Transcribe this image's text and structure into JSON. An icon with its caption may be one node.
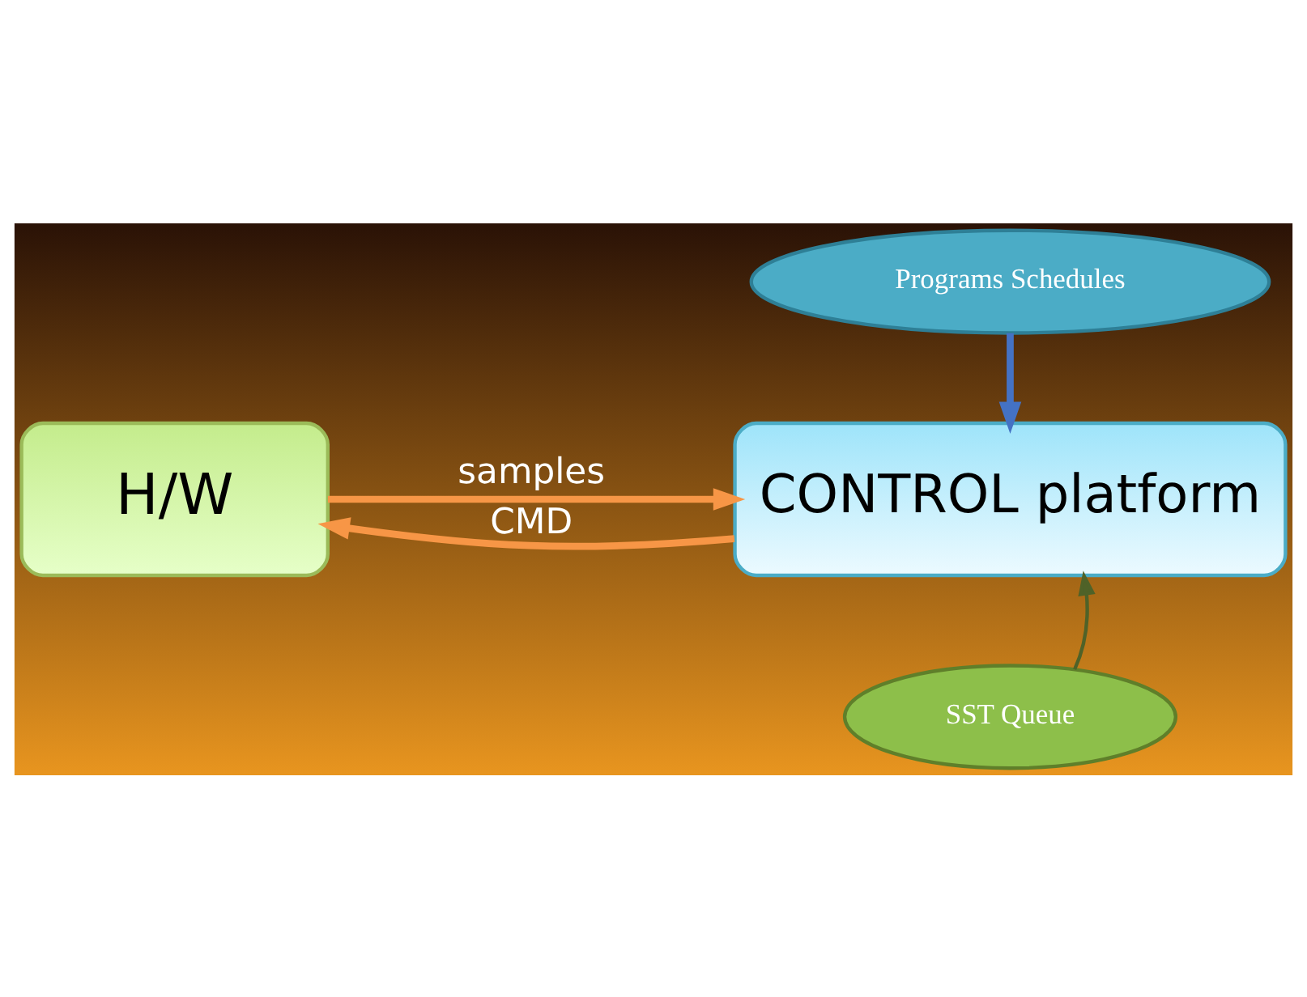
{
  "diagram": {
    "nodes": [
      {
        "text": [
          "Programs Schedules"
        ]
      },
      {
        "text": [
          "H/W"
        ]
      },
      {
        "text": [
          "CONTROL platform"
        ]
      },
      {
        "text": [
          "SST Queue"
        ]
      }
    ],
    "edges": [
      {
        "from": 0,
        "to": 2,
        "arrow": "to",
        "color": "#4472c4"
      },
      {
        "from": 2,
        "to": 1,
        "arrow": "to",
        "label": "CMD"
      },
      {
        "from": 1,
        "to": 2,
        "arrow": "to",
        "label": "samples"
      },
      {
        "from": 3,
        "to": 2,
        "arrow": "to",
        "color": "#4f6228"
      }
    ]
  }
}
